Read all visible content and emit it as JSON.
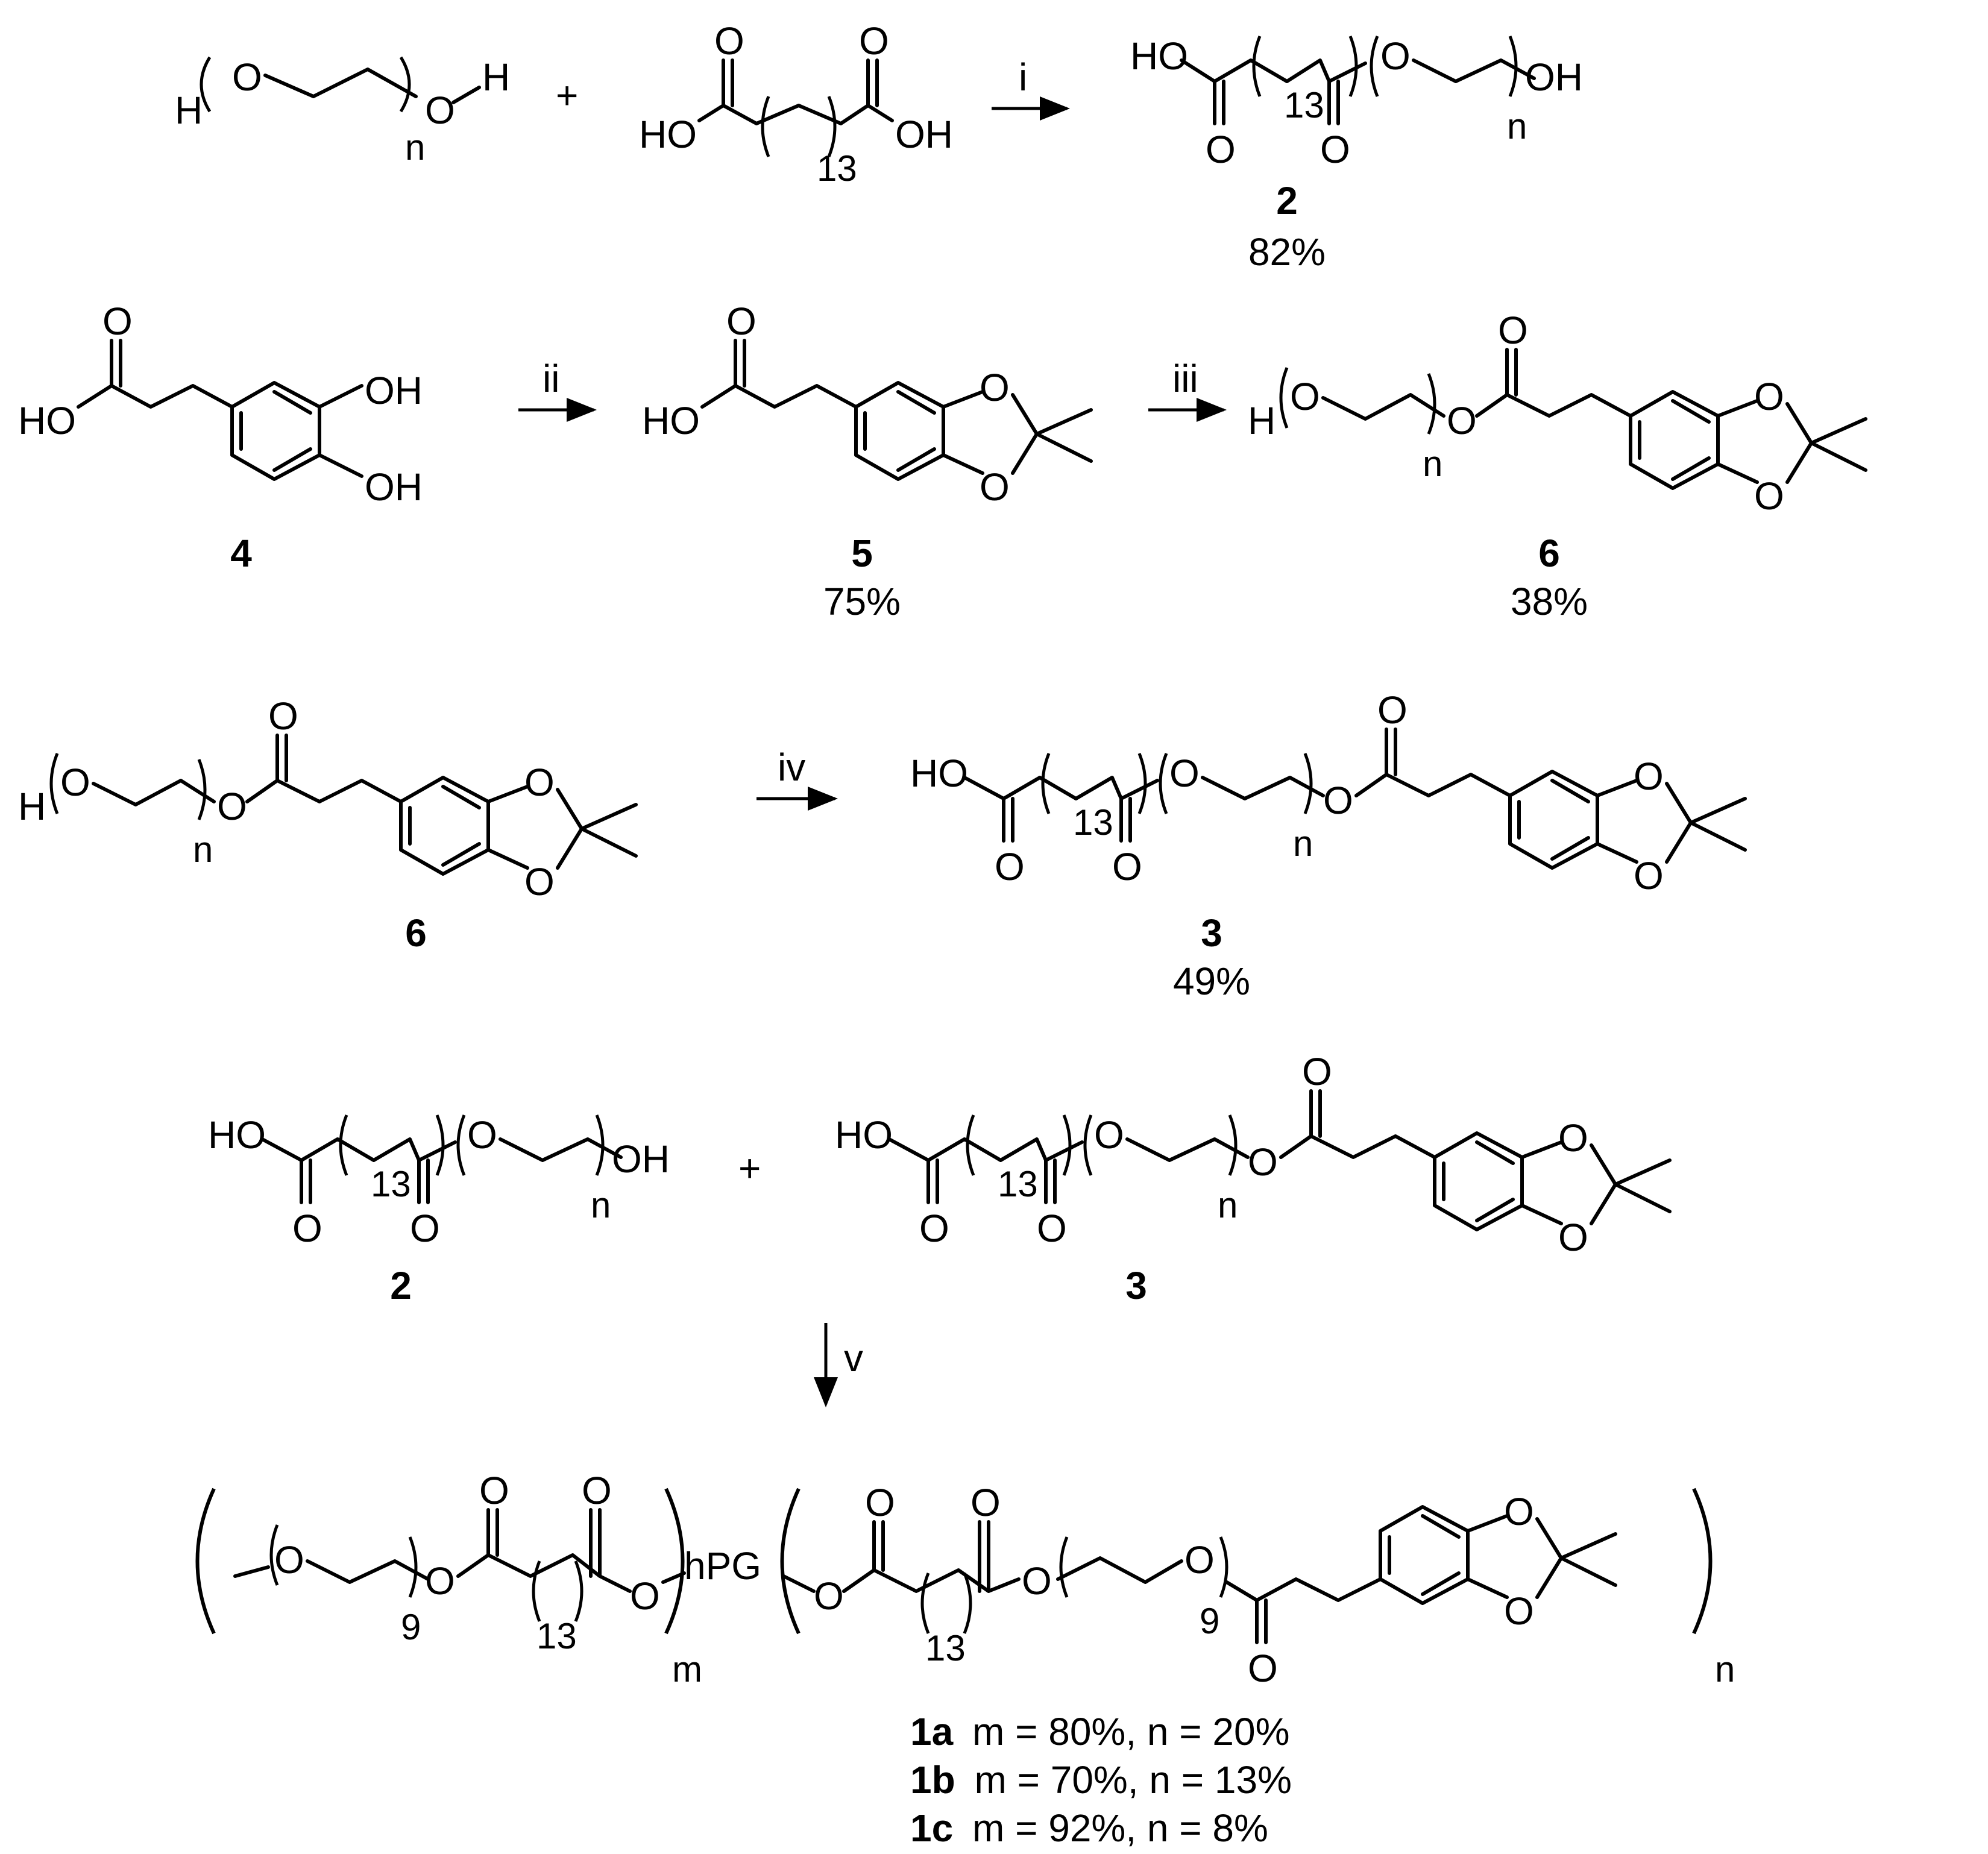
{
  "compounds": {
    "c2": {
      "id": "2",
      "yield": "82%"
    },
    "c4": {
      "id": "4"
    },
    "c5": {
      "id": "5",
      "yield": "75%"
    },
    "c6": {
      "id": "6",
      "yield": "38%"
    },
    "c6b": {
      "id": "6"
    },
    "c3": {
      "id": "3",
      "yield": "49%"
    },
    "c2b": {
      "id": "2"
    },
    "c3b": {
      "id": "3"
    }
  },
  "steps": [
    "i",
    "ii",
    "iii",
    "iv",
    "v"
  ],
  "repeat": {
    "n": "n",
    "m": "m",
    "n9": "9",
    "n13": "13"
  },
  "atoms": {
    "H": "H",
    "O": "O",
    "OH": "OH",
    "HO": "HO",
    "hPG": "hPG",
    "plus": "+"
  },
  "products": [
    {
      "id": "1a",
      "text": "m = 80%, n = 20%"
    },
    {
      "id": "1b",
      "text": "m = 70%, n = 13%"
    },
    {
      "id": "1c",
      "text": "m = 92%, n = 8%"
    }
  ]
}
